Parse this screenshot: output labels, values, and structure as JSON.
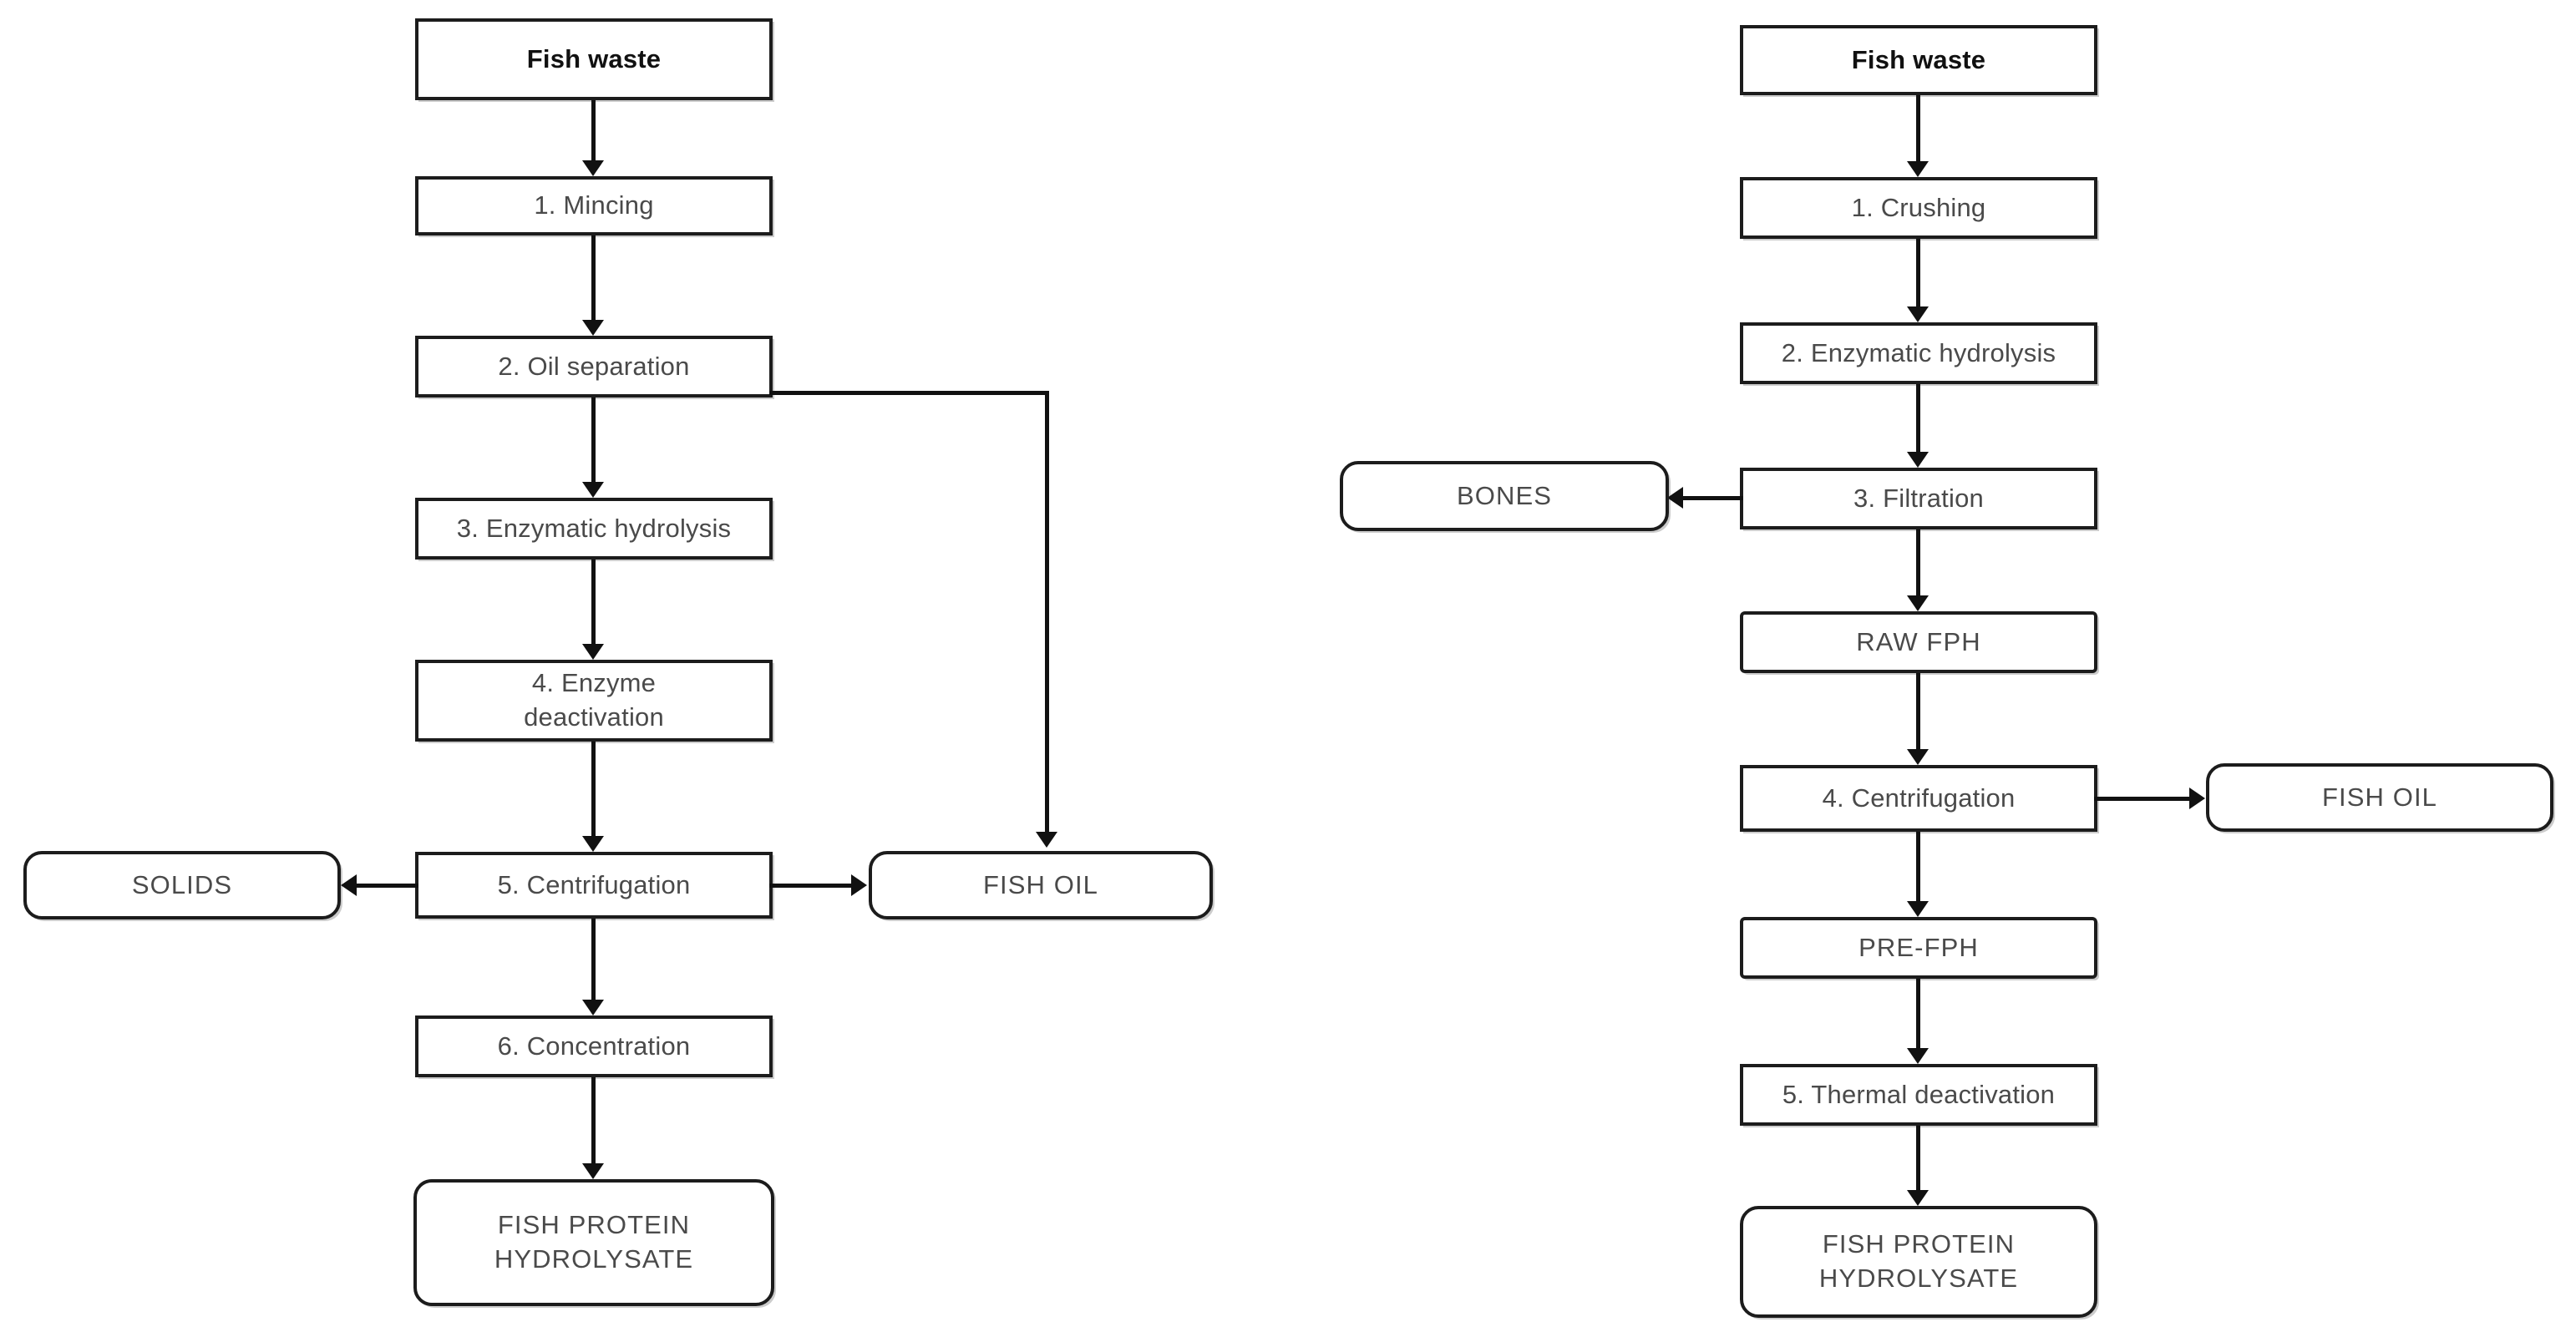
{
  "diagram": {
    "type": "flowchart",
    "background": "#ffffff",
    "line_color": "#111111",
    "box_border_color": "#1c1c1c",
    "text_color": "#4a4a4a",
    "panels": [
      {
        "id": "left-process",
        "nodes": [
          {
            "key": "l_start",
            "label": "Fish waste",
            "shape": "rect"
          },
          {
            "key": "l_step1",
            "label": "1. Mincing",
            "shape": "rect"
          },
          {
            "key": "l_step2",
            "label": "2. Oil separation",
            "shape": "rect"
          },
          {
            "key": "l_step3",
            "label": "3. Enzymatic hydrolysis",
            "shape": "rect"
          },
          {
            "key": "l_step4a",
            "label": "4. Enzyme",
            "shape": "rect"
          },
          {
            "key": "l_step4b",
            "label": "deactivation",
            "shape": "rect"
          },
          {
            "key": "l_step5",
            "label": "5. Centrifugation",
            "shape": "rect"
          },
          {
            "key": "l_step6",
            "label": "6. Concentration",
            "shape": "rect"
          },
          {
            "key": "l_solids",
            "label": "SOLIDS",
            "shape": "rounded"
          },
          {
            "key": "l_oil",
            "label": "FISH OIL",
            "shape": "rounded"
          },
          {
            "key": "l_fph_a",
            "label": "FISH PROTEIN",
            "shape": "rounded"
          },
          {
            "key": "l_fph_b",
            "label": "HYDROLYSATE",
            "shape": "rounded"
          }
        ],
        "edges": [
          {
            "from": "l_start",
            "to": "l_step1",
            "dir": "down"
          },
          {
            "from": "l_step1",
            "to": "l_step2",
            "dir": "down"
          },
          {
            "from": "l_step2",
            "to": "l_step3",
            "dir": "down"
          },
          {
            "from": "l_step2",
            "to": "l_oil",
            "dir": "elbow-right-down"
          },
          {
            "from": "l_step3",
            "to": "l_step4",
            "dir": "down"
          },
          {
            "from": "l_step4",
            "to": "l_step5",
            "dir": "down"
          },
          {
            "from": "l_step5",
            "to": "l_solids",
            "dir": "left"
          },
          {
            "from": "l_step5",
            "to": "l_oil",
            "dir": "right"
          },
          {
            "from": "l_step5",
            "to": "l_step6",
            "dir": "down"
          },
          {
            "from": "l_step6",
            "to": "l_fph",
            "dir": "down"
          }
        ]
      },
      {
        "id": "right-process",
        "nodes": [
          {
            "key": "r_start",
            "label": "Fish waste",
            "shape": "rect"
          },
          {
            "key": "r_step1",
            "label": "1. Crushing",
            "shape": "rect"
          },
          {
            "key": "r_step2",
            "label": "2. Enzymatic hydrolysis",
            "shape": "rect"
          },
          {
            "key": "r_step3",
            "label": "3. Filtration",
            "shape": "rect"
          },
          {
            "key": "r_raw",
            "label": "RAW FPH",
            "shape": "rect"
          },
          {
            "key": "r_step4",
            "label": "4. Centrifugation",
            "shape": "rect"
          },
          {
            "key": "r_pre",
            "label": "PRE-FPH",
            "shape": "rect"
          },
          {
            "key": "r_step5",
            "label": "5. Thermal deactivation",
            "shape": "rect"
          },
          {
            "key": "r_bones",
            "label": "BONES",
            "shape": "rounded"
          },
          {
            "key": "r_oil",
            "label": "FISH OIL",
            "shape": "rounded"
          },
          {
            "key": "r_fph_a",
            "label": "FISH PROTEIN",
            "shape": "rounded"
          },
          {
            "key": "r_fph_b",
            "label": "HYDROLYSATE",
            "shape": "rounded"
          }
        ],
        "edges": [
          {
            "from": "r_start",
            "to": "r_step1",
            "dir": "down"
          },
          {
            "from": "r_step1",
            "to": "r_step2",
            "dir": "down"
          },
          {
            "from": "r_step2",
            "to": "r_step3",
            "dir": "down"
          },
          {
            "from": "r_step3",
            "to": "r_bones",
            "dir": "left"
          },
          {
            "from": "r_step3",
            "to": "r_raw",
            "dir": "down"
          },
          {
            "from": "r_raw",
            "to": "r_step4",
            "dir": "down"
          },
          {
            "from": "r_step4",
            "to": "r_oil",
            "dir": "right"
          },
          {
            "from": "r_step4",
            "to": "r_pre",
            "dir": "down"
          },
          {
            "from": "r_pre",
            "to": "r_step5",
            "dir": "down"
          },
          {
            "from": "r_step5",
            "to": "r_fph",
            "dir": "down"
          }
        ]
      }
    ]
  }
}
